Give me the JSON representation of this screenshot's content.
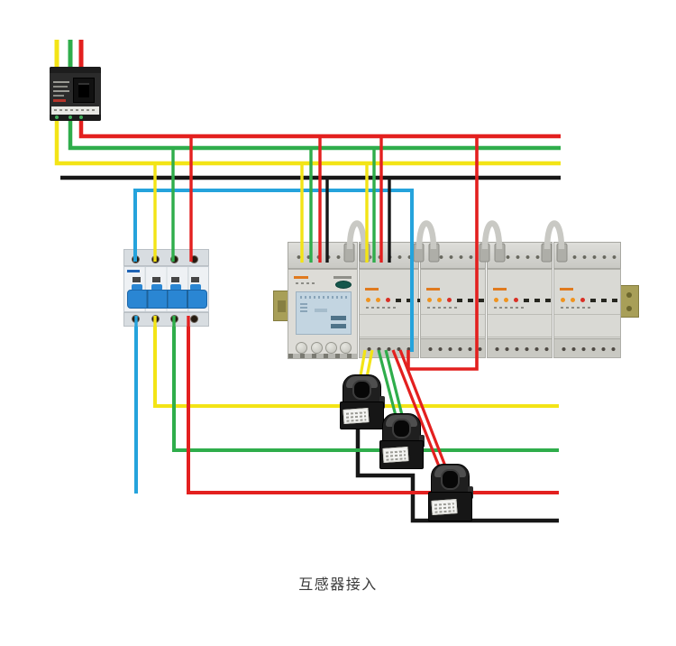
{
  "caption": "互感器接入",
  "colors": {
    "phase_a_yellow": "#f3e416",
    "phase_b_green": "#2fad4b",
    "phase_c_red": "#e3201f",
    "neutral_black": "#171717",
    "ct_blue": "#25a3dc",
    "jumper_gray": "#c9c9c4",
    "plug_gray": "#aeaea8",
    "led_orange": "#f0931e",
    "led_red": "#d93025",
    "brand_orange": "#e07a1e",
    "lcd_blue": "#c3d5e1",
    "mcb_handle_blue": "#2a86d3",
    "din_rail_olive": "#a89f58"
  },
  "components": {
    "mccb": "molded-case-circuit-breaker",
    "mcb": "4-pole-miniature-circuit-breaker",
    "lcd_meter": "din-rail-energy-meter-lcd",
    "modules": [
      "metering-module",
      "metering-module",
      "metering-module",
      "metering-module"
    ],
    "cts": [
      "split-core-ct",
      "split-core-ct",
      "split-core-ct"
    ]
  }
}
